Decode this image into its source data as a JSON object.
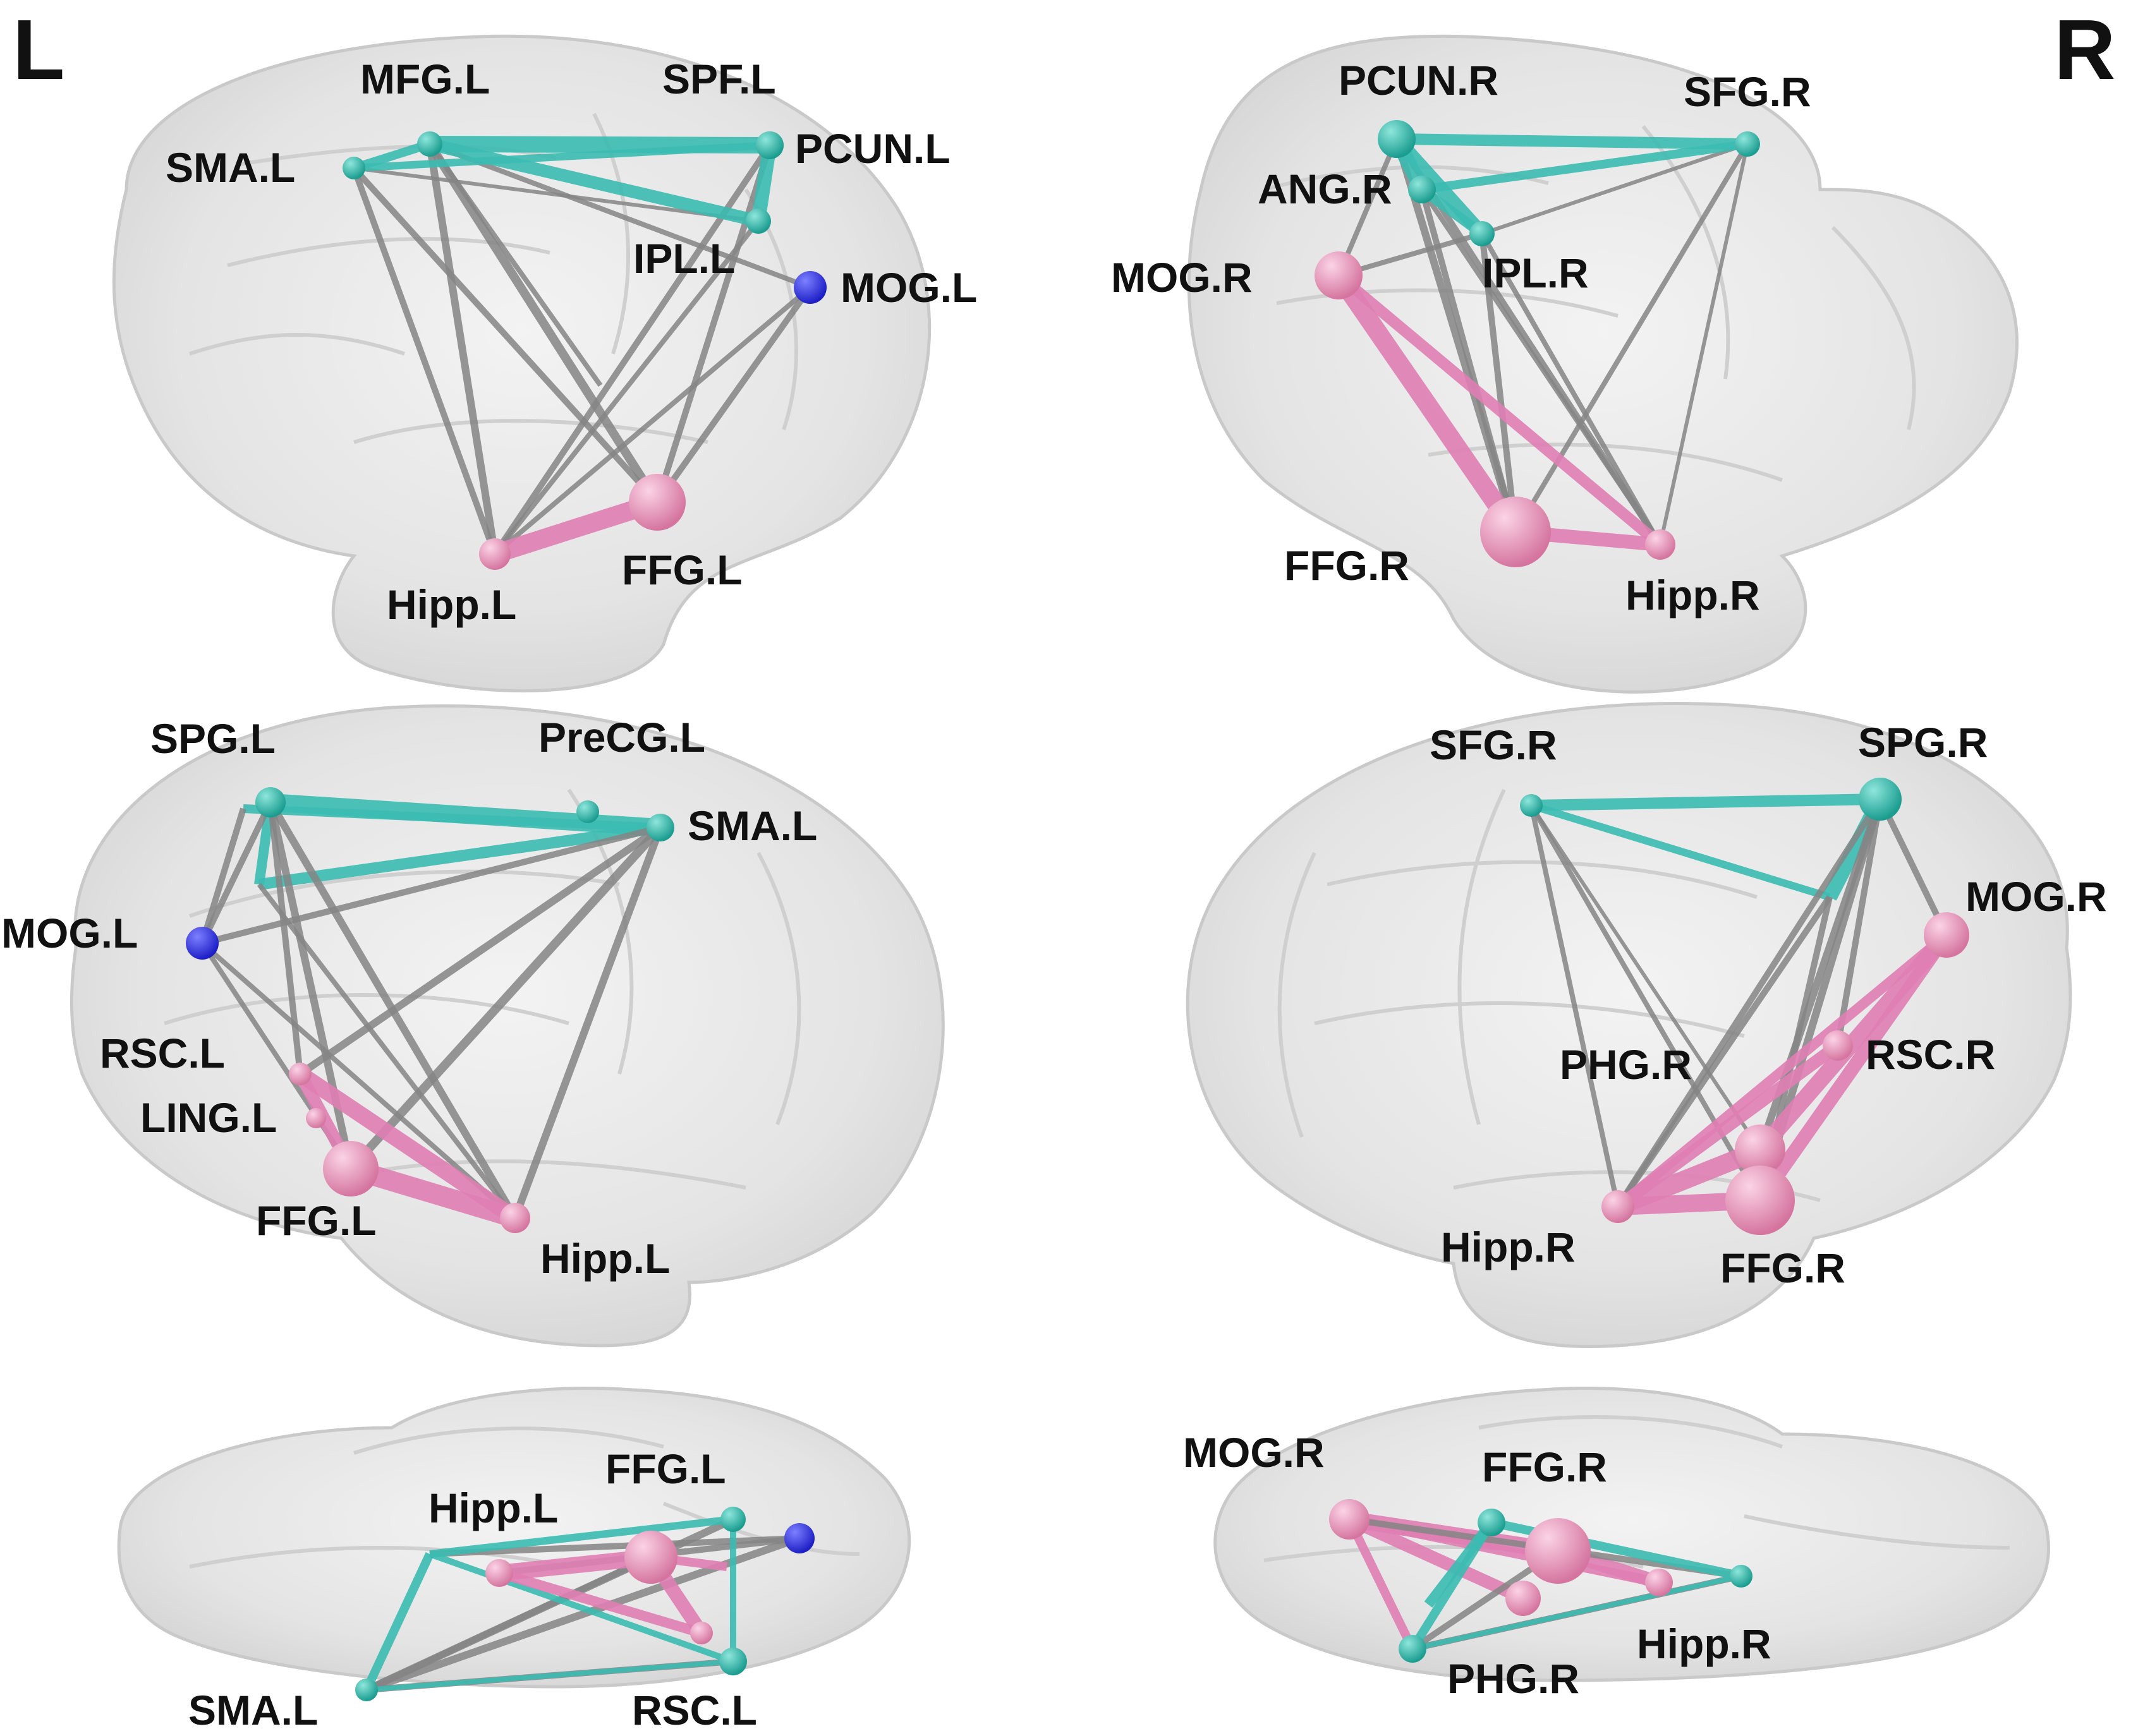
{
  "corner_labels": {
    "left": "L",
    "right": "R"
  },
  "colors": {
    "edge_gray": "#8a8a8a",
    "edge_teal": "#3bbcb2",
    "edge_pink": "#e07fb4",
    "node_teal": "#2fb8a9",
    "node_pink": "#ef9cc4",
    "node_blue": "#2b2fe6",
    "brain_fill": "#e6e6e6",
    "brain_line": "#c8c8c8"
  },
  "panels": [
    {
      "id": "left-lateral",
      "side": "left",
      "view": "lateral",
      "nodes": [
        {
          "id": "SMA.L",
          "label": "SMA.L",
          "module": "teal"
        },
        {
          "id": "MFG.L",
          "label": "MFG.L",
          "module": "teal"
        },
        {
          "id": "SPF.L",
          "label": "SPF.L",
          "module": "teal"
        },
        {
          "id": "PCUN.L",
          "label": "PCUN.L",
          "module": "teal"
        },
        {
          "id": "IPL.L",
          "label": "IPL.L",
          "module": "teal"
        },
        {
          "id": "MOG.L",
          "label": "MOG.L",
          "module": "blue"
        },
        {
          "id": "FFG.L",
          "label": "FFG.L",
          "module": "pink"
        },
        {
          "id": "Hipp.L",
          "label": "Hipp.L",
          "module": "pink"
        }
      ]
    },
    {
      "id": "right-lateral",
      "side": "right",
      "view": "lateral",
      "nodes": [
        {
          "id": "PCUN.R",
          "label": "PCUN.R",
          "module": "teal"
        },
        {
          "id": "SFG.R",
          "label": "SFG.R",
          "module": "teal"
        },
        {
          "id": "ANG.R",
          "label": "ANG.R",
          "module": "teal"
        },
        {
          "id": "IPL.R",
          "label": "IPL.R",
          "module": "teal"
        },
        {
          "id": "MOG.R",
          "label": "MOG.R",
          "module": "pink"
        },
        {
          "id": "FFG.R",
          "label": "FFG.R",
          "module": "pink"
        },
        {
          "id": "Hipp.R",
          "label": "Hipp.R",
          "module": "pink"
        }
      ]
    },
    {
      "id": "left-medial",
      "side": "left",
      "view": "medial",
      "nodes": [
        {
          "id": "SPG.L",
          "label": "SPG.L",
          "module": "teal"
        },
        {
          "id": "PreCG.L",
          "label": "PreCG.L",
          "module": "teal"
        },
        {
          "id": "SMA.L",
          "label": "SMA.L",
          "module": "teal"
        },
        {
          "id": "MOG.L",
          "label": "MOG.L",
          "module": "blue"
        },
        {
          "id": "RSC.L",
          "label": "RSC.L",
          "module": "pink"
        },
        {
          "id": "LING.L",
          "label": "LING.L",
          "module": "pink"
        },
        {
          "id": "FFG.L",
          "label": "FFG.L",
          "module": "pink"
        },
        {
          "id": "Hipp.L",
          "label": "Hipp.L",
          "module": "pink"
        }
      ]
    },
    {
      "id": "right-medial",
      "side": "right",
      "view": "medial",
      "nodes": [
        {
          "id": "SFG.R",
          "label": "SFG.R",
          "module": "teal"
        },
        {
          "id": "SPG.R",
          "label": "SPG.R",
          "module": "teal"
        },
        {
          "id": "MOG.R",
          "label": "MOG.R",
          "module": "pink"
        },
        {
          "id": "PHG.R",
          "label": "PHG.R",
          "module": "pink"
        },
        {
          "id": "RSC.R",
          "label": "RSC.R",
          "module": "pink"
        },
        {
          "id": "Hipp.R",
          "label": "Hipp.R",
          "module": "pink"
        },
        {
          "id": "FFG.R",
          "label": "FFG.R",
          "module": "pink"
        }
      ]
    },
    {
      "id": "left-ventral",
      "side": "left",
      "view": "ventral",
      "nodes": [
        {
          "id": "Hipp.L",
          "label": "Hipp.L",
          "module": "pink"
        },
        {
          "id": "FFG.L",
          "label": "FFG.L",
          "module": "pink"
        },
        {
          "id": "SMA.L",
          "label": "SMA.L",
          "module": "teal"
        },
        {
          "id": "RSC.L",
          "label": "RSC.L",
          "module": "teal"
        }
      ]
    },
    {
      "id": "right-ventral",
      "side": "right",
      "view": "ventral",
      "nodes": [
        {
          "id": "MOG.R",
          "label": "MOG.R",
          "module": "pink"
        },
        {
          "id": "FFG.R",
          "label": "FFG.R",
          "module": "pink"
        },
        {
          "id": "PHG.R",
          "label": "PHG.R",
          "module": "teal"
        },
        {
          "id": "Hipp.R",
          "label": "Hipp.R",
          "module": "pink"
        }
      ]
    }
  ]
}
